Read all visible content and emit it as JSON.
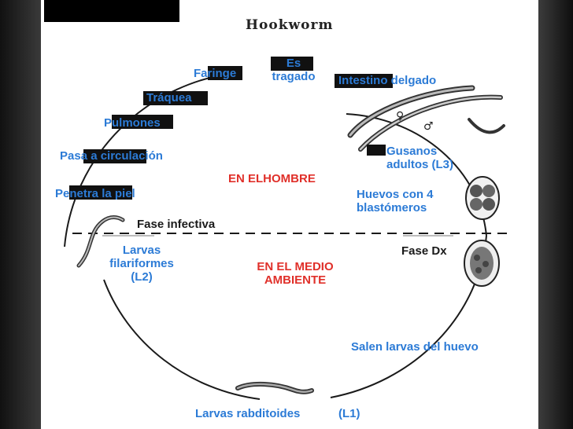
{
  "title": "Hookworm",
  "human_zone_label": "EN ELHOMBRE",
  "environment_zone_label": "EN EL MEDIO AMBIENTE",
  "labels": {
    "faringe": "Faringe",
    "es_tragado": "Es tragado",
    "intestino": "Intestino delgado",
    "traquea": "Tráquea",
    "pulmones": "Pulmones",
    "circulacion": "Pasa a circulación",
    "piel": "Penetra la piel",
    "gusanos": "Gusanos adultos (L3)",
    "huevos": "Huevos con 4 blastómeros",
    "fase_infectiva": "Fase infectiva",
    "fase_dx": "Fase Dx",
    "filariformes": "Larvas filariformes (L2)",
    "salen_larvas": "Salen larvas del huevo",
    "rabditoides": "Larvas rabditoides",
    "l1": "(L1)"
  },
  "symbols": {
    "female": "♀",
    "male": "♂"
  },
  "colors": {
    "label_blue": "#2c7bd6",
    "zone_red": "#e0302a",
    "text_dark": "#1a1a1a"
  }
}
